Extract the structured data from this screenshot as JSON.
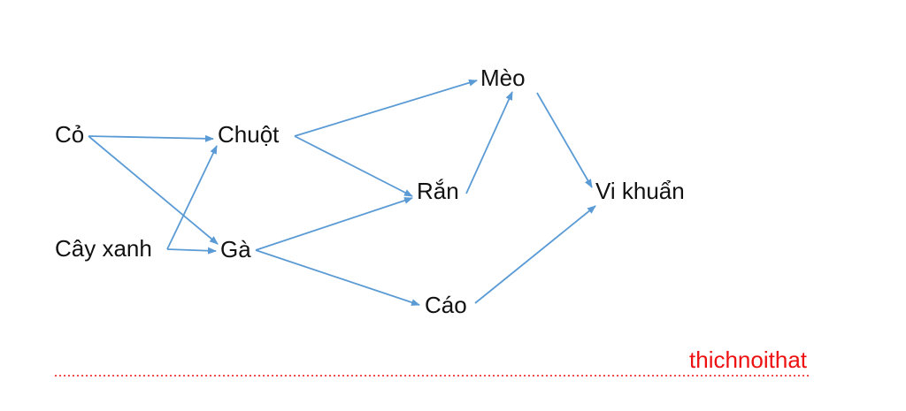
{
  "diagram": {
    "nodes": {
      "co": "Cỏ",
      "cay_xanh": "Cây xanh",
      "chuot": "Chuột",
      "ga": "Gà",
      "meo": "Mèo",
      "ran": "Rắn",
      "cao": "Cáo",
      "vi_khuan": "Vi khuẩn"
    },
    "edges": [
      {
        "from": "co",
        "to": "chuot"
      },
      {
        "from": "co",
        "to": "ga"
      },
      {
        "from": "cay_xanh",
        "to": "chuot"
      },
      {
        "from": "cay_xanh",
        "to": "ga"
      },
      {
        "from": "chuot",
        "to": "meo"
      },
      {
        "from": "chuot",
        "to": "ran"
      },
      {
        "from": "ga",
        "to": "ran"
      },
      {
        "from": "ga",
        "to": "cao"
      },
      {
        "from": "ran",
        "to": "meo"
      },
      {
        "from": "meo",
        "to": "vi_khuan"
      },
      {
        "from": "cao",
        "to": "vi_khuan"
      }
    ],
    "edge_color": "#5b9bd5"
  },
  "watermark": {
    "text": "thichnoithat",
    "color": "#ee1111"
  }
}
